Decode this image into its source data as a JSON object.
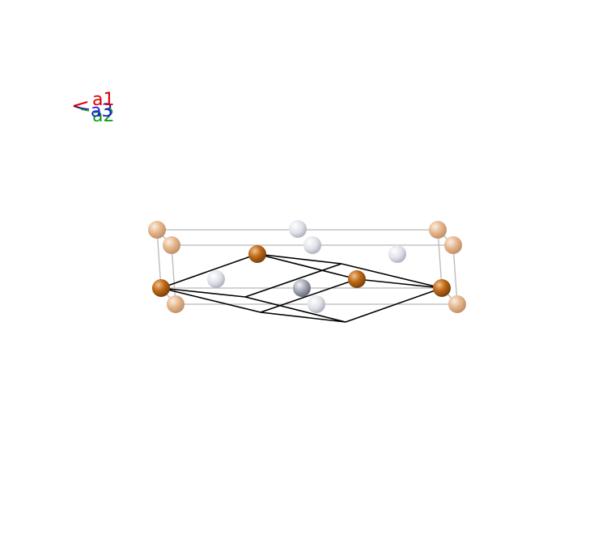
{
  "axes": {
    "a1": {
      "label": "a1",
      "color": "#e00000"
    },
    "a2": {
      "label": "a2",
      "color": "#12a012"
    },
    "a3": {
      "label": "a3",
      "color": "#1a1adc"
    }
  },
  "colors": {
    "background": "#ffffff",
    "cell_edge": "#b8b8b8",
    "bond": "#000000",
    "atom_copper": "#c06a18",
    "atom_copper_faded": "#e4b48a",
    "atom_grey": "#c8ccd6",
    "atom_grey_dark": "#a3a7b4"
  },
  "atoms": [
    {
      "name": "corner-atom-far-top-left",
      "kind": "copper_faded"
    },
    {
      "name": "corner-atom-near-top-left",
      "kind": "copper_faded"
    },
    {
      "name": "corner-atom-far-top-right",
      "kind": "copper_faded"
    },
    {
      "name": "corner-atom-near-top-right",
      "kind": "copper_faded"
    },
    {
      "name": "corner-atom-bottom-left",
      "kind": "copper_faded"
    },
    {
      "name": "corner-atom-bottom-right",
      "kind": "copper_faded"
    },
    {
      "name": "silver-atom-top-center",
      "kind": "grey"
    },
    {
      "name": "silver-atom-near-center",
      "kind": "grey"
    },
    {
      "name": "silver-atom-right",
      "kind": "grey"
    },
    {
      "name": "silver-atom-left",
      "kind": "grey"
    },
    {
      "name": "silver-atom-bottom-center",
      "kind": "grey"
    },
    {
      "name": "silver-atom-center",
      "kind": "grey_dark"
    },
    {
      "name": "copper-atom-left",
      "kind": "copper"
    },
    {
      "name": "copper-atom-top",
      "kind": "copper"
    },
    {
      "name": "copper-atom-middle",
      "kind": "copper"
    },
    {
      "name": "copper-atom-right",
      "kind": "copper"
    }
  ]
}
